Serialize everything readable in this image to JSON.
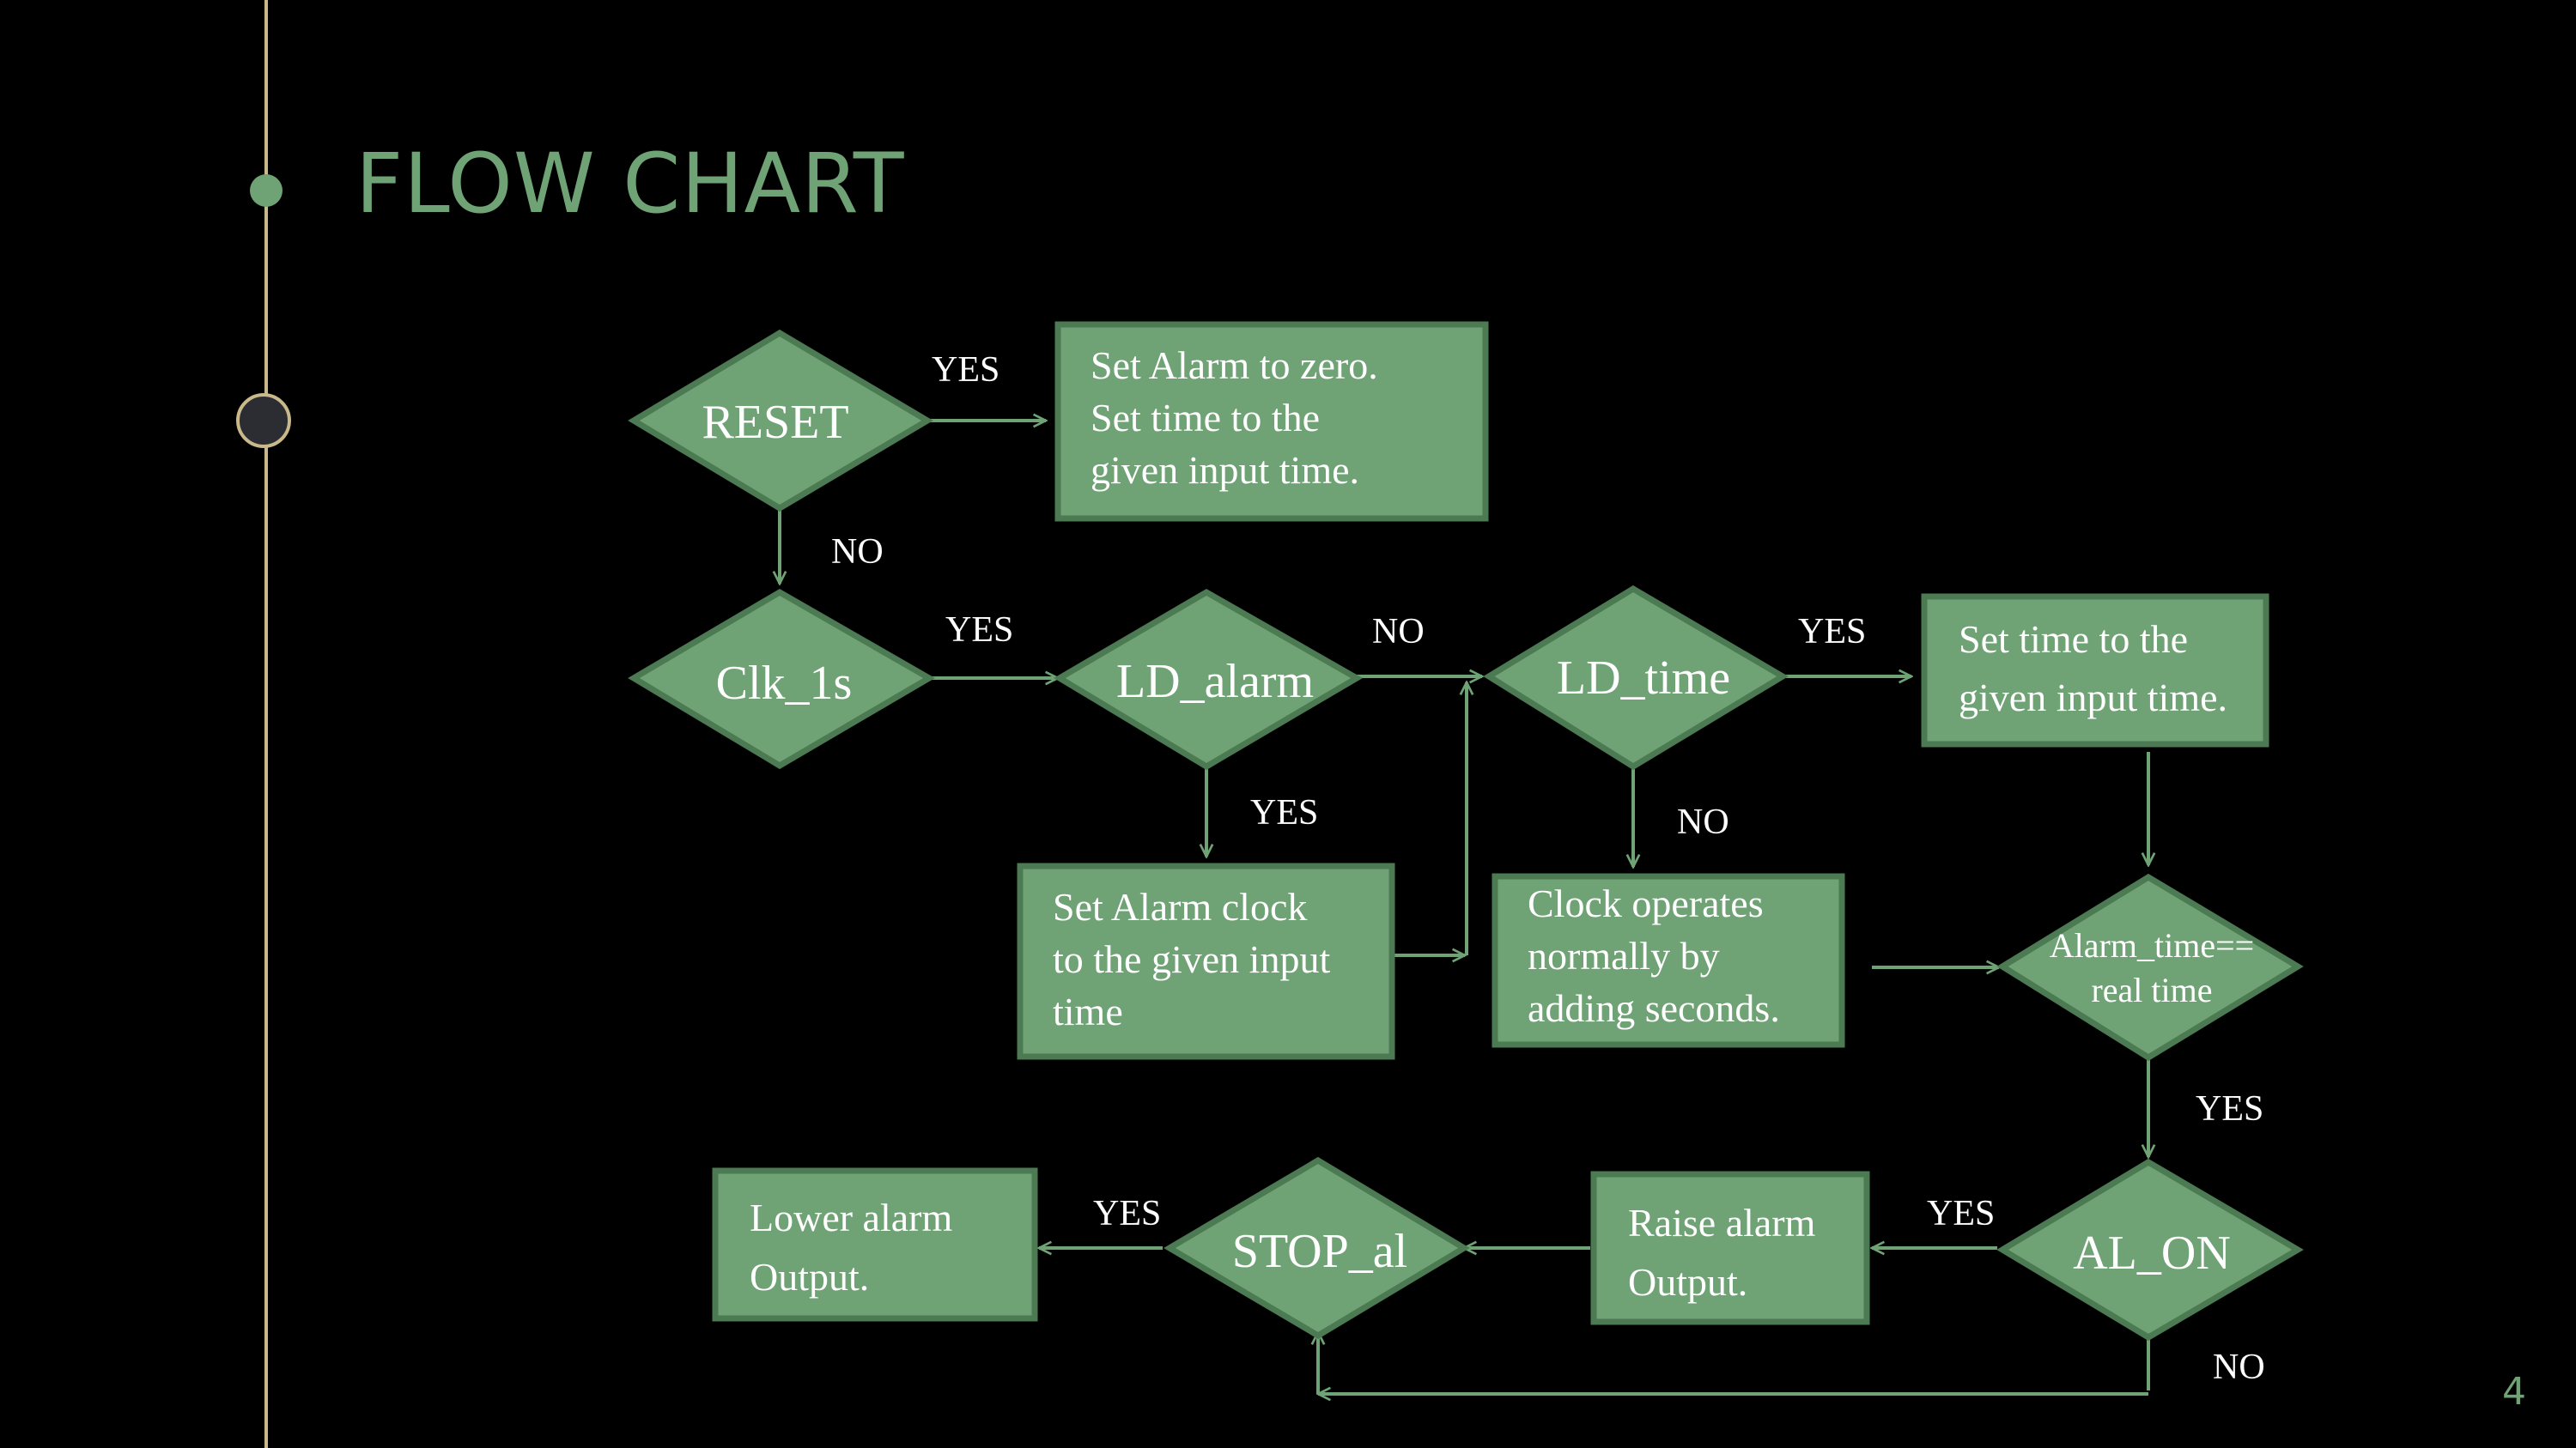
{
  "title": "FLOW CHART",
  "page_number": "4",
  "colors": {
    "background": "#000000",
    "accent": "#6fa274",
    "node_fill": "#6fa274",
    "node_border": "#4c7a52",
    "timeline": "#c9b98a"
  },
  "nodes": {
    "reset": "RESET",
    "reset_action": "Set Alarm to zero.\nSet time to the\ngiven input time.",
    "clk": "Clk_1s",
    "ld_alarm": "LD_alarm",
    "ld_time": "LD_time",
    "set_time": "Set time to the\ngiven input time.",
    "set_alarm_clock": "Set Alarm clock\nto the given input\ntime",
    "clock_operates": "Clock operates\nnormally by\nadding seconds.",
    "alarm_equal": "Alarm_time==\nreal time",
    "al_on": "AL_ON",
    "raise_alarm": "Raise alarm\nOutput.",
    "stop_al": "STOP_al",
    "lower_alarm": "Lower alarm\nOutput."
  },
  "labels": {
    "reset_yes": "YES",
    "reset_no": "NO",
    "clk_yes": "YES",
    "ld_alarm_no": "NO",
    "ld_alarm_yes": "YES",
    "ld_time_yes": "YES",
    "ld_time_no": "NO",
    "alarm_eq_yes": "YES",
    "al_on_yes": "YES",
    "al_on_no": "NO",
    "stop_yes": "YES"
  }
}
